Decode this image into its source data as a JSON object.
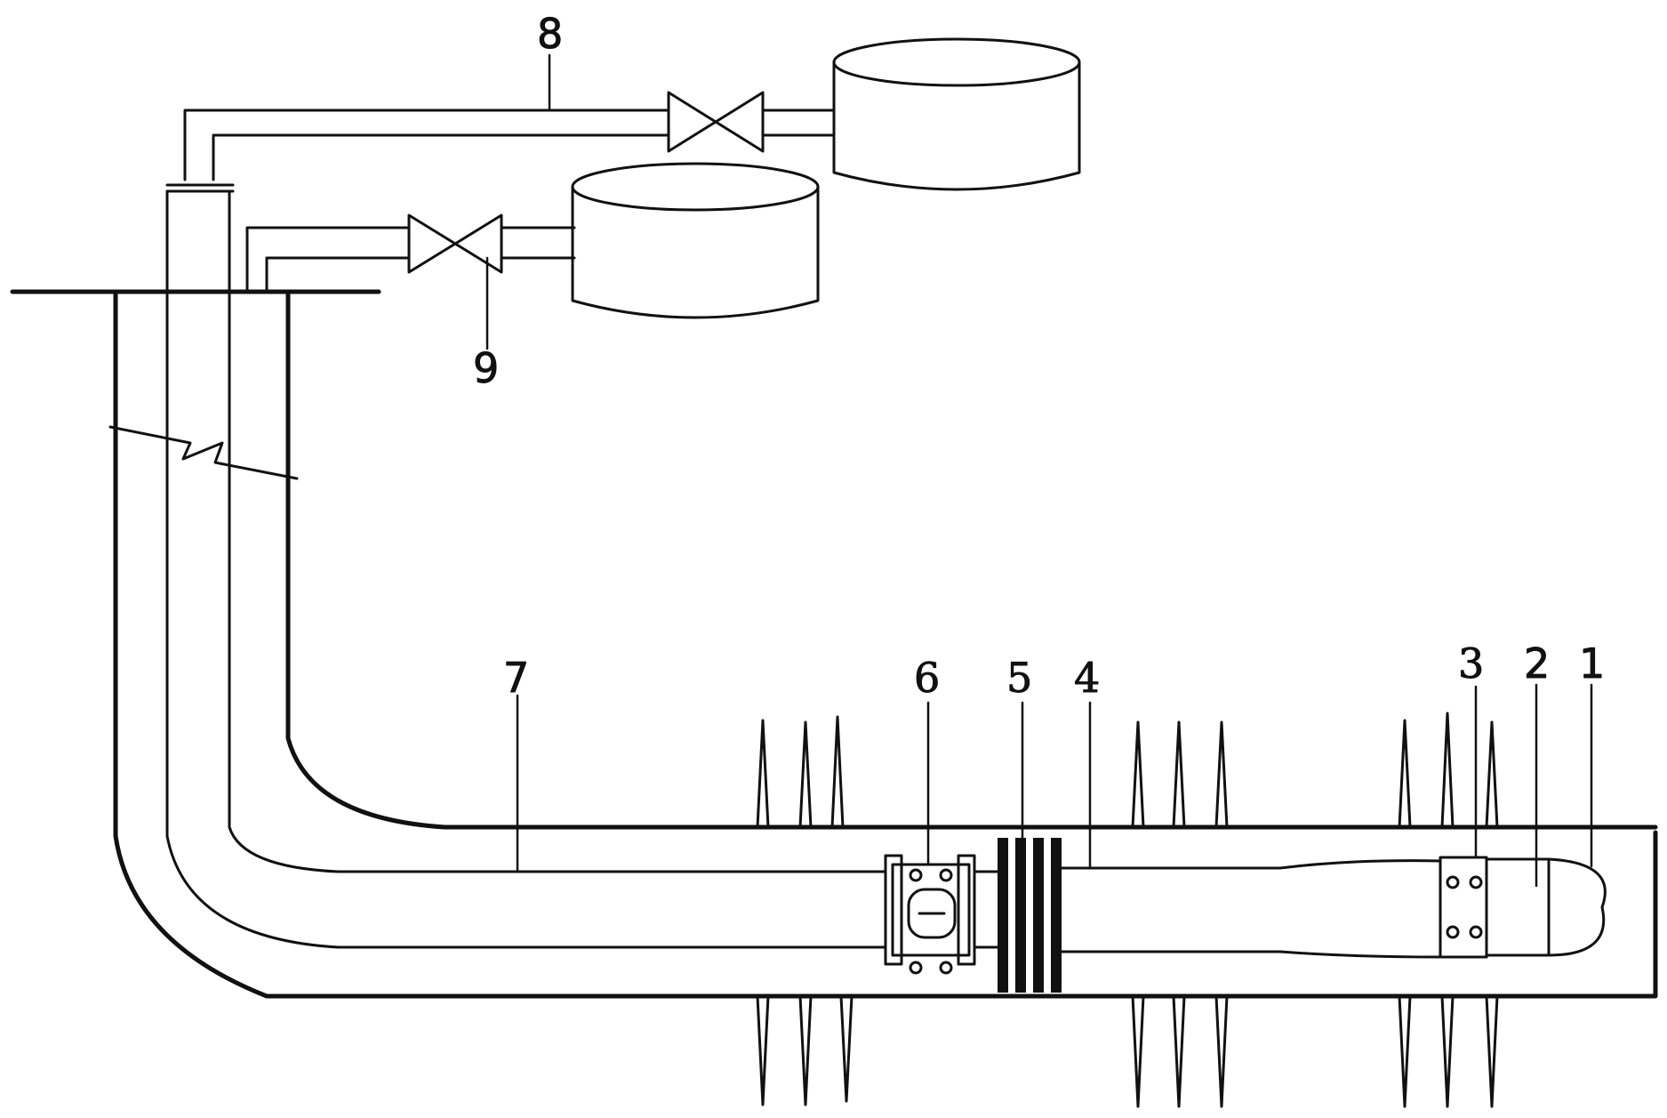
{
  "colors": {
    "line": "#111111",
    "background": "#ffffff"
  },
  "labels": {
    "l1": "1",
    "l2": "2",
    "l3": "3",
    "l4": "4",
    "l5": "5",
    "l6": "6",
    "l7": "7",
    "l8": "8",
    "l9": "9"
  }
}
